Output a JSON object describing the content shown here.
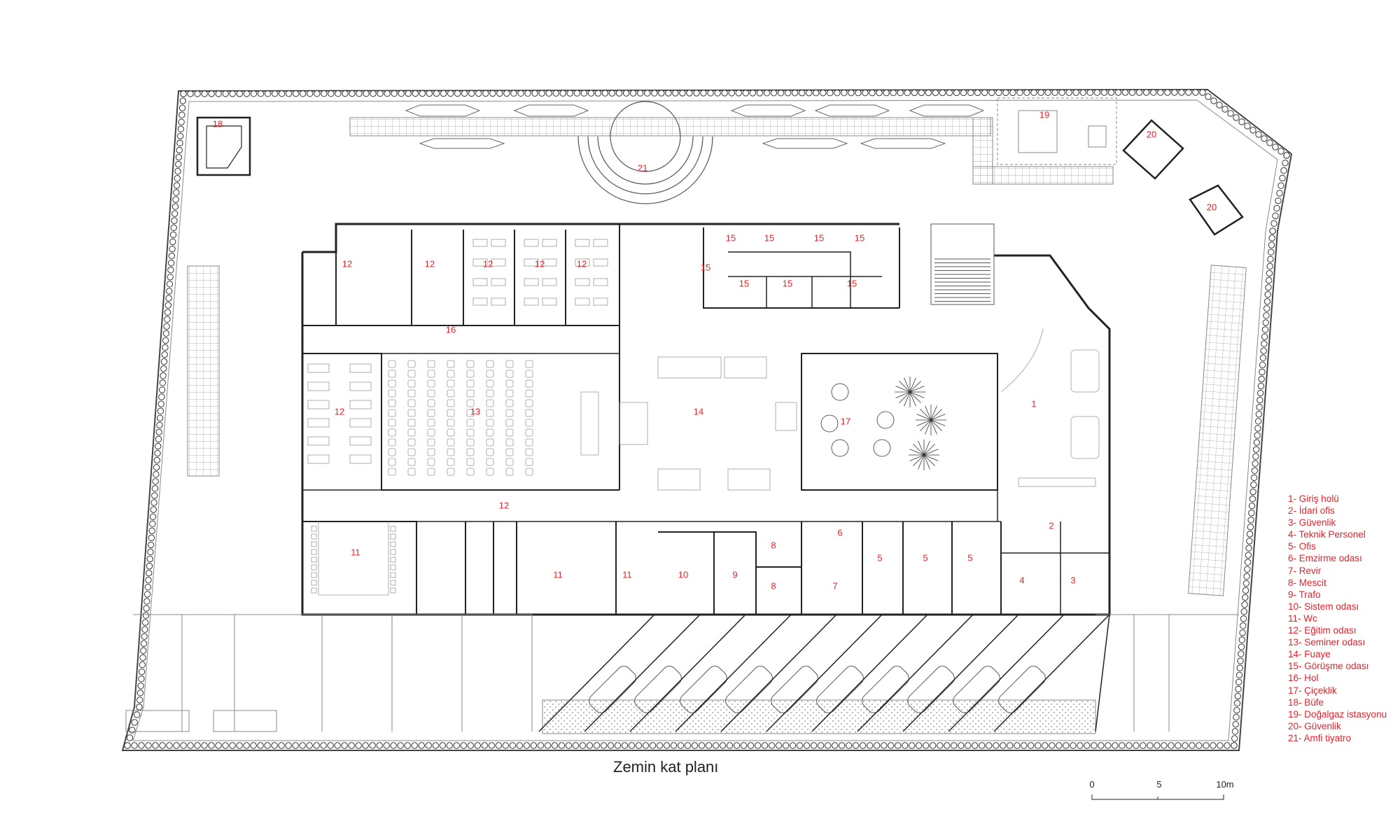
{
  "title": "Zemin kat planı",
  "colors": {
    "label": "#e8202a",
    "line": "#222222",
    "thin": "#9a9a9a"
  },
  "rooms": [
    {
      "id": "r1",
      "label": "1"
    },
    {
      "id": "r2",
      "label": "2"
    },
    {
      "id": "r3",
      "label": "3"
    },
    {
      "id": "r4",
      "label": "4"
    },
    {
      "id": "r5a",
      "label": "5"
    },
    {
      "id": "r5b",
      "label": "5"
    },
    {
      "id": "r5c",
      "label": "5"
    },
    {
      "id": "r6",
      "label": "6"
    },
    {
      "id": "r7",
      "label": "7"
    },
    {
      "id": "r8a",
      "label": "8"
    },
    {
      "id": "r8b",
      "label": "8"
    },
    {
      "id": "r9",
      "label": "9"
    },
    {
      "id": "r10",
      "label": "10"
    },
    {
      "id": "r11a",
      "label": "11"
    },
    {
      "id": "r11b",
      "label": "11"
    },
    {
      "id": "r11c",
      "label": "11"
    },
    {
      "id": "r12a",
      "label": "12"
    },
    {
      "id": "r12b",
      "label": "12"
    },
    {
      "id": "r12c",
      "label": "12"
    },
    {
      "id": "r12d",
      "label": "12"
    },
    {
      "id": "r12e",
      "label": "12"
    },
    {
      "id": "r12f",
      "label": "12"
    },
    {
      "id": "r12g",
      "label": "12"
    },
    {
      "id": "r13",
      "label": "13"
    },
    {
      "id": "r14",
      "label": "14"
    },
    {
      "id": "r15a",
      "label": "15"
    },
    {
      "id": "r15b",
      "label": "15"
    },
    {
      "id": "r15c",
      "label": "15"
    },
    {
      "id": "r15d",
      "label": "15"
    },
    {
      "id": "r15e",
      "label": "15"
    },
    {
      "id": "r15f",
      "label": "15"
    },
    {
      "id": "r15g",
      "label": "15"
    },
    {
      "id": "r15h",
      "label": "15"
    },
    {
      "id": "r16",
      "label": "16"
    },
    {
      "id": "r17",
      "label": "17"
    },
    {
      "id": "r18",
      "label": "18"
    },
    {
      "id": "r19",
      "label": "19"
    },
    {
      "id": "r20a",
      "label": "20"
    },
    {
      "id": "r20b",
      "label": "20"
    },
    {
      "id": "r21",
      "label": "21"
    }
  ],
  "legend": [
    "1- Giriş holü",
    "2- İdari ofis",
    "3- Güvenlik",
    "4- Teknik Personel",
    "5- Ofis",
    "6- Emzirme odası",
    "7- Revir",
    "8- Mescit",
    "9- Trafo",
    "10- Sistem odası",
    "11- Wc",
    "12- Eğitim odası",
    "13- Seminer odası",
    "14- Fuaye",
    "15- Görüşme odası",
    "16- Hol",
    "17- Çiçeklik",
    "18- Büfe",
    "19- Doğalgaz istasyonu",
    "20- Güvenlik",
    "21- Amfi tiyatro"
  ],
  "scale": {
    "ticks": [
      "0",
      "5",
      "10m"
    ]
  }
}
